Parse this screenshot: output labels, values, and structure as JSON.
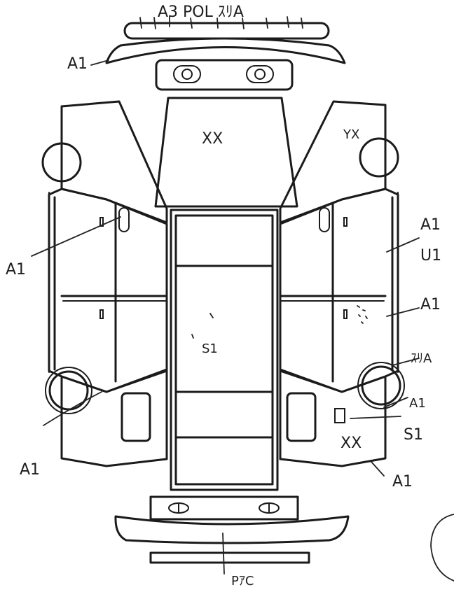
{
  "marks": {
    "top_bumper_note": "A3 POL ｽﾘA",
    "front_bumper": "A1",
    "hood": "XX",
    "right_front_fender": "YX",
    "right_front_door": "A1",
    "right_front_door_2": "U1",
    "right_rear_door": "A1",
    "right_sill": "ｽﾘA",
    "right_rear_panel": "A1",
    "right_rear_lamp": "S1",
    "trunk": "XX",
    "right_rear_bumper": "A1",
    "left_front_door": "A1",
    "left_rear": "A1",
    "roof": "S1",
    "rear_bumper_note": "PｱC"
  },
  "colors": {
    "ink": "#1b1b1b",
    "paper": "#ffffff"
  }
}
